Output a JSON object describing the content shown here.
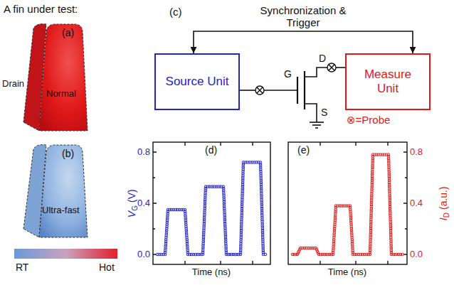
{
  "diagram": {
    "nodes": [
      {
        "text": [
          "(a)",
          "Normal"
        ]
      },
      {
        "text": [
          "(b)",
          "Ultra-fast"
        ]
      },
      {
        "text": [
          "Source Unit"
        ]
      },
      {
        "text": [
          "Measure Unit"
        ]
      }
    ],
    "edges": [
      {
        "from": 2,
        "to": 3,
        "arrow": "both",
        "label": "Synchronization & Trigger"
      }
    ],
    "labels": [
      "A fin under test:",
      "Drain",
      "RT",
      "Hot",
      "(c)",
      "G",
      "D",
      "S",
      "⊗=Probe",
      "(d)",
      "V",
      "G",
      "(V)",
      "0.8",
      "0.4",
      "0.0",
      "Time (ns)",
      "(e)",
      "I",
      "D",
      "(a.u.)",
      "0.8",
      "0.4",
      "0.0",
      "Time (ns)"
    ]
  }
}
